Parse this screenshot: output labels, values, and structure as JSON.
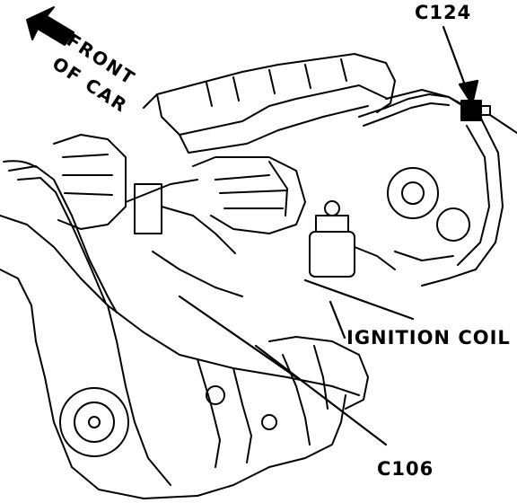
{
  "labels": {
    "connector_top": "C124",
    "ignition_coil": "IGNITION COIL",
    "connector_bottom": "C106",
    "direction_line1": "FRONT",
    "direction_line2": "OF CAR"
  },
  "colors": {
    "ink": "#000000",
    "paper": "#ffffff"
  },
  "icons": {
    "direction_arrow": "arrow-up-left-icon"
  }
}
